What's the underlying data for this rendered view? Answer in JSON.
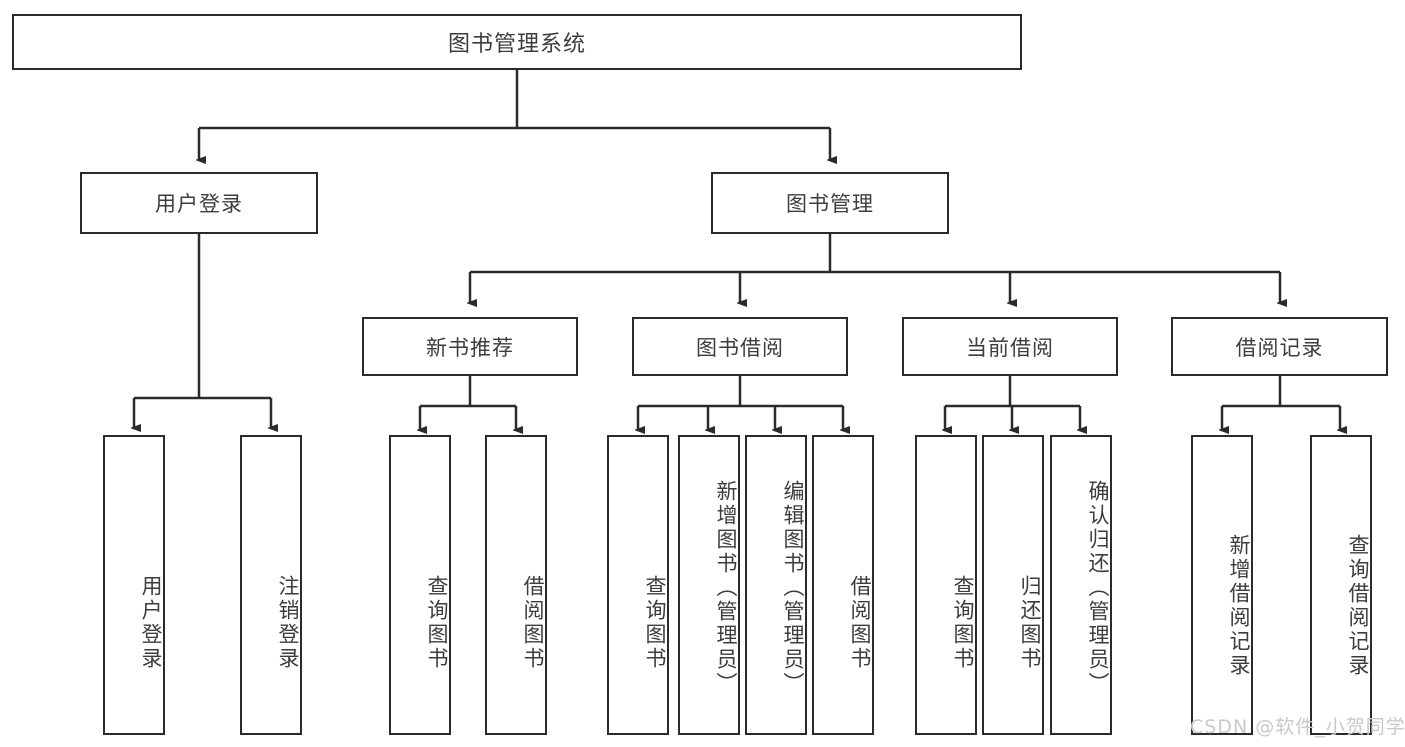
{
  "diagram": {
    "title": "图书管理系统",
    "type": "tree-hierarchy-chart",
    "root": {
      "label": "图书管理系统"
    },
    "level2": [
      {
        "label": "用户登录"
      },
      {
        "label": "图书管理"
      }
    ],
    "level3": [
      {
        "label": "新书推荐"
      },
      {
        "label": "图书借阅"
      },
      {
        "label": "当前借阅"
      },
      {
        "label": "借阅记录"
      }
    ],
    "leaves": {
      "user_login": [
        {
          "label": "用户登录"
        },
        {
          "label": "注销登录"
        }
      ],
      "new_book_recommend": [
        {
          "label": "查询图书"
        },
        {
          "label": "借阅图书"
        }
      ],
      "book_borrow": [
        {
          "label": "查询图书"
        },
        {
          "label": "新增图书（管理员）"
        },
        {
          "label": "编辑图书（管理员）"
        },
        {
          "label": "借阅图书"
        }
      ],
      "current_borrow": [
        {
          "label": "查询图书"
        },
        {
          "label": "归还图书"
        },
        {
          "label": "确认归还（管理员）"
        }
      ],
      "borrow_record": [
        {
          "label": "新增借阅记录"
        },
        {
          "label": "查询借阅记录"
        }
      ]
    }
  },
  "watermark": {
    "text": "CSDN @软件_小贺同学"
  },
  "colors": {
    "border": "#2b2b2b",
    "text": "#3d3d3d",
    "background": "#ffffff",
    "watermark": "#c9c9c9"
  }
}
